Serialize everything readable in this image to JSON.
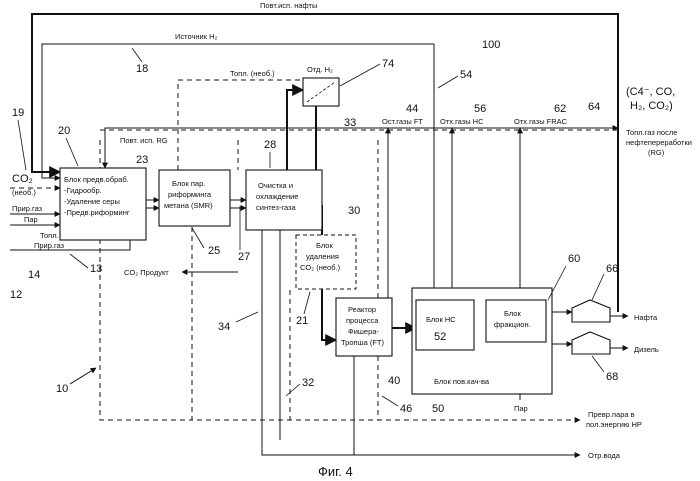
{
  "figure_caption": "Фиг. 4",
  "blocks": {
    "pretreat": {
      "lines": [
        "Блок предв.обраб.",
        "-Гидрообр.",
        "-Удаление серы",
        "-Предв.риформинг"
      ]
    },
    "smr": {
      "lines": [
        "Блок пар.",
        "риформинга",
        "метана (SMR)"
      ]
    },
    "syngas": {
      "lines": [
        "Очистка и",
        "охлаждение",
        "синтез-газа"
      ]
    },
    "h2sep": {
      "lines": [
        "Отд. H₂"
      ]
    },
    "co2": {
      "lines": [
        "Блок",
        "удаления",
        "CO₂ (необ.)"
      ]
    },
    "ft": {
      "lines": [
        "Реактор",
        "процесса",
        "Фишера-",
        "Тропша (FT)"
      ]
    },
    "hc": {
      "lines": [
        "Блок НС"
      ]
    },
    "frac": {
      "lines": [
        "Блок",
        "фракцион."
      ]
    }
  },
  "labels": {
    "naphtha_recycle": "Повт.исп. нафты",
    "h2_source": "Источник H₂",
    "fuel_opt": "Топл. (необ.)",
    "rg_recycle": "Повт. исп. RG",
    "ft_offgas": "Ост.газы FT",
    "hc_offgas": "Отх.газы НС",
    "frac_offgas": "Отх.газы FRAC",
    "rg_fuel_1": "Топл.газ после",
    "rg_fuel_2": "нефтепереработки",
    "rg_fuel_3": "(RG)",
    "rg_comp_1": "(C4⁻, CO,",
    "rg_comp_2": "H₂, CO₂)",
    "co2_in": "CO₂",
    "co2_opt": "(необ.)",
    "natgas": "Прир.газ",
    "steam_in": "Пар",
    "fuel_natgas_1": "Топл.",
    "fuel_natgas_2": "Прир.газ",
    "co2_product": "CO₂ Продукт",
    "hc_recycle": "Блок пов.кач-ва",
    "steam_frac": "Пар",
    "naphtha": "Нафта",
    "diesel": "Дизель",
    "steam_hp_1": "Превр.пара в",
    "steam_hp_2": "пол.энергию НР",
    "waste_water": "Отр.вода",
    "hc_num": "52"
  },
  "ref_numbers": [
    "100",
    "18",
    "74",
    "54",
    "33",
    "44",
    "56",
    "62",
    "64",
    "19",
    "20",
    "23",
    "28",
    "12",
    "14",
    "13",
    "25",
    "27",
    "30",
    "21",
    "34",
    "32",
    "46",
    "40",
    "50",
    "60",
    "66",
    "68",
    "10"
  ]
}
